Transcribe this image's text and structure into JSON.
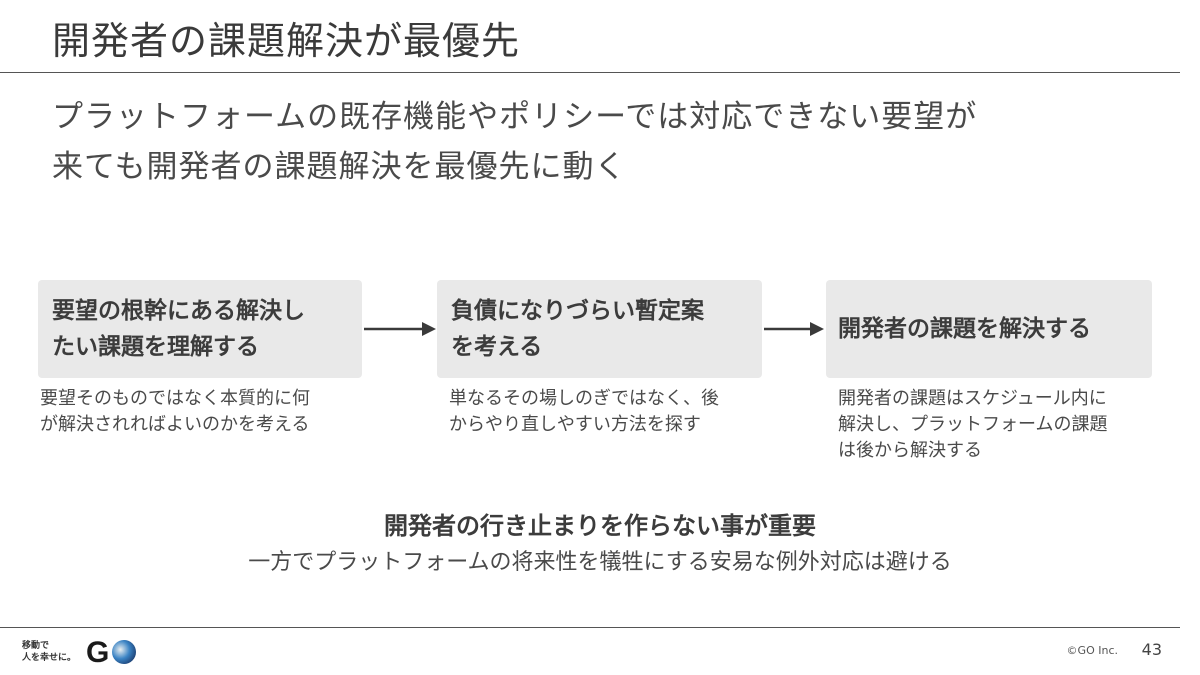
{
  "slide": {
    "title": "開発者の課題解決が最優先",
    "lead_line1": "プラットフォームの既存機能やポリシーでは対応できない要望が",
    "lead_line2": "来ても開発者の課題解決を最優先に動く"
  },
  "steps": [
    {
      "title_line1": "要望の根幹にある解決し",
      "title_line2": "たい課題を理解する",
      "desc_line1": "要望そのものではなく本質的に何",
      "desc_line2": "が解決されればよいのかを考える"
    },
    {
      "title_line1": "負債になりづらい暫定案",
      "title_line2": "を考える",
      "desc_line1": "単なるその場しのぎではなく、後",
      "desc_line2": "からやり直しやすい方法を探す"
    },
    {
      "title_line1": "開発者の課題を解決する",
      "desc_line1": "開発者の課題はスケジュール内に",
      "desc_line2": "解決し、プラットフォームの課題",
      "desc_line3": "は後から解決する"
    }
  ],
  "emphasis": "開発者の行き止まりを作らない事が重要",
  "subnote": "一方でプラットフォームの将来性を犠牲にする安易な例外対応は避ける",
  "footer": {
    "logo_tagline_line1": "移動で",
    "logo_tagline_line2": "人を幸せに。",
    "logo_text": "GO",
    "copyright": "©GO Inc.",
    "page_number": "43"
  },
  "colors": {
    "box_bg": "#e9e9e9",
    "text": "#404040",
    "rule": "#555555",
    "logo_accent": "#2a6fb0"
  }
}
